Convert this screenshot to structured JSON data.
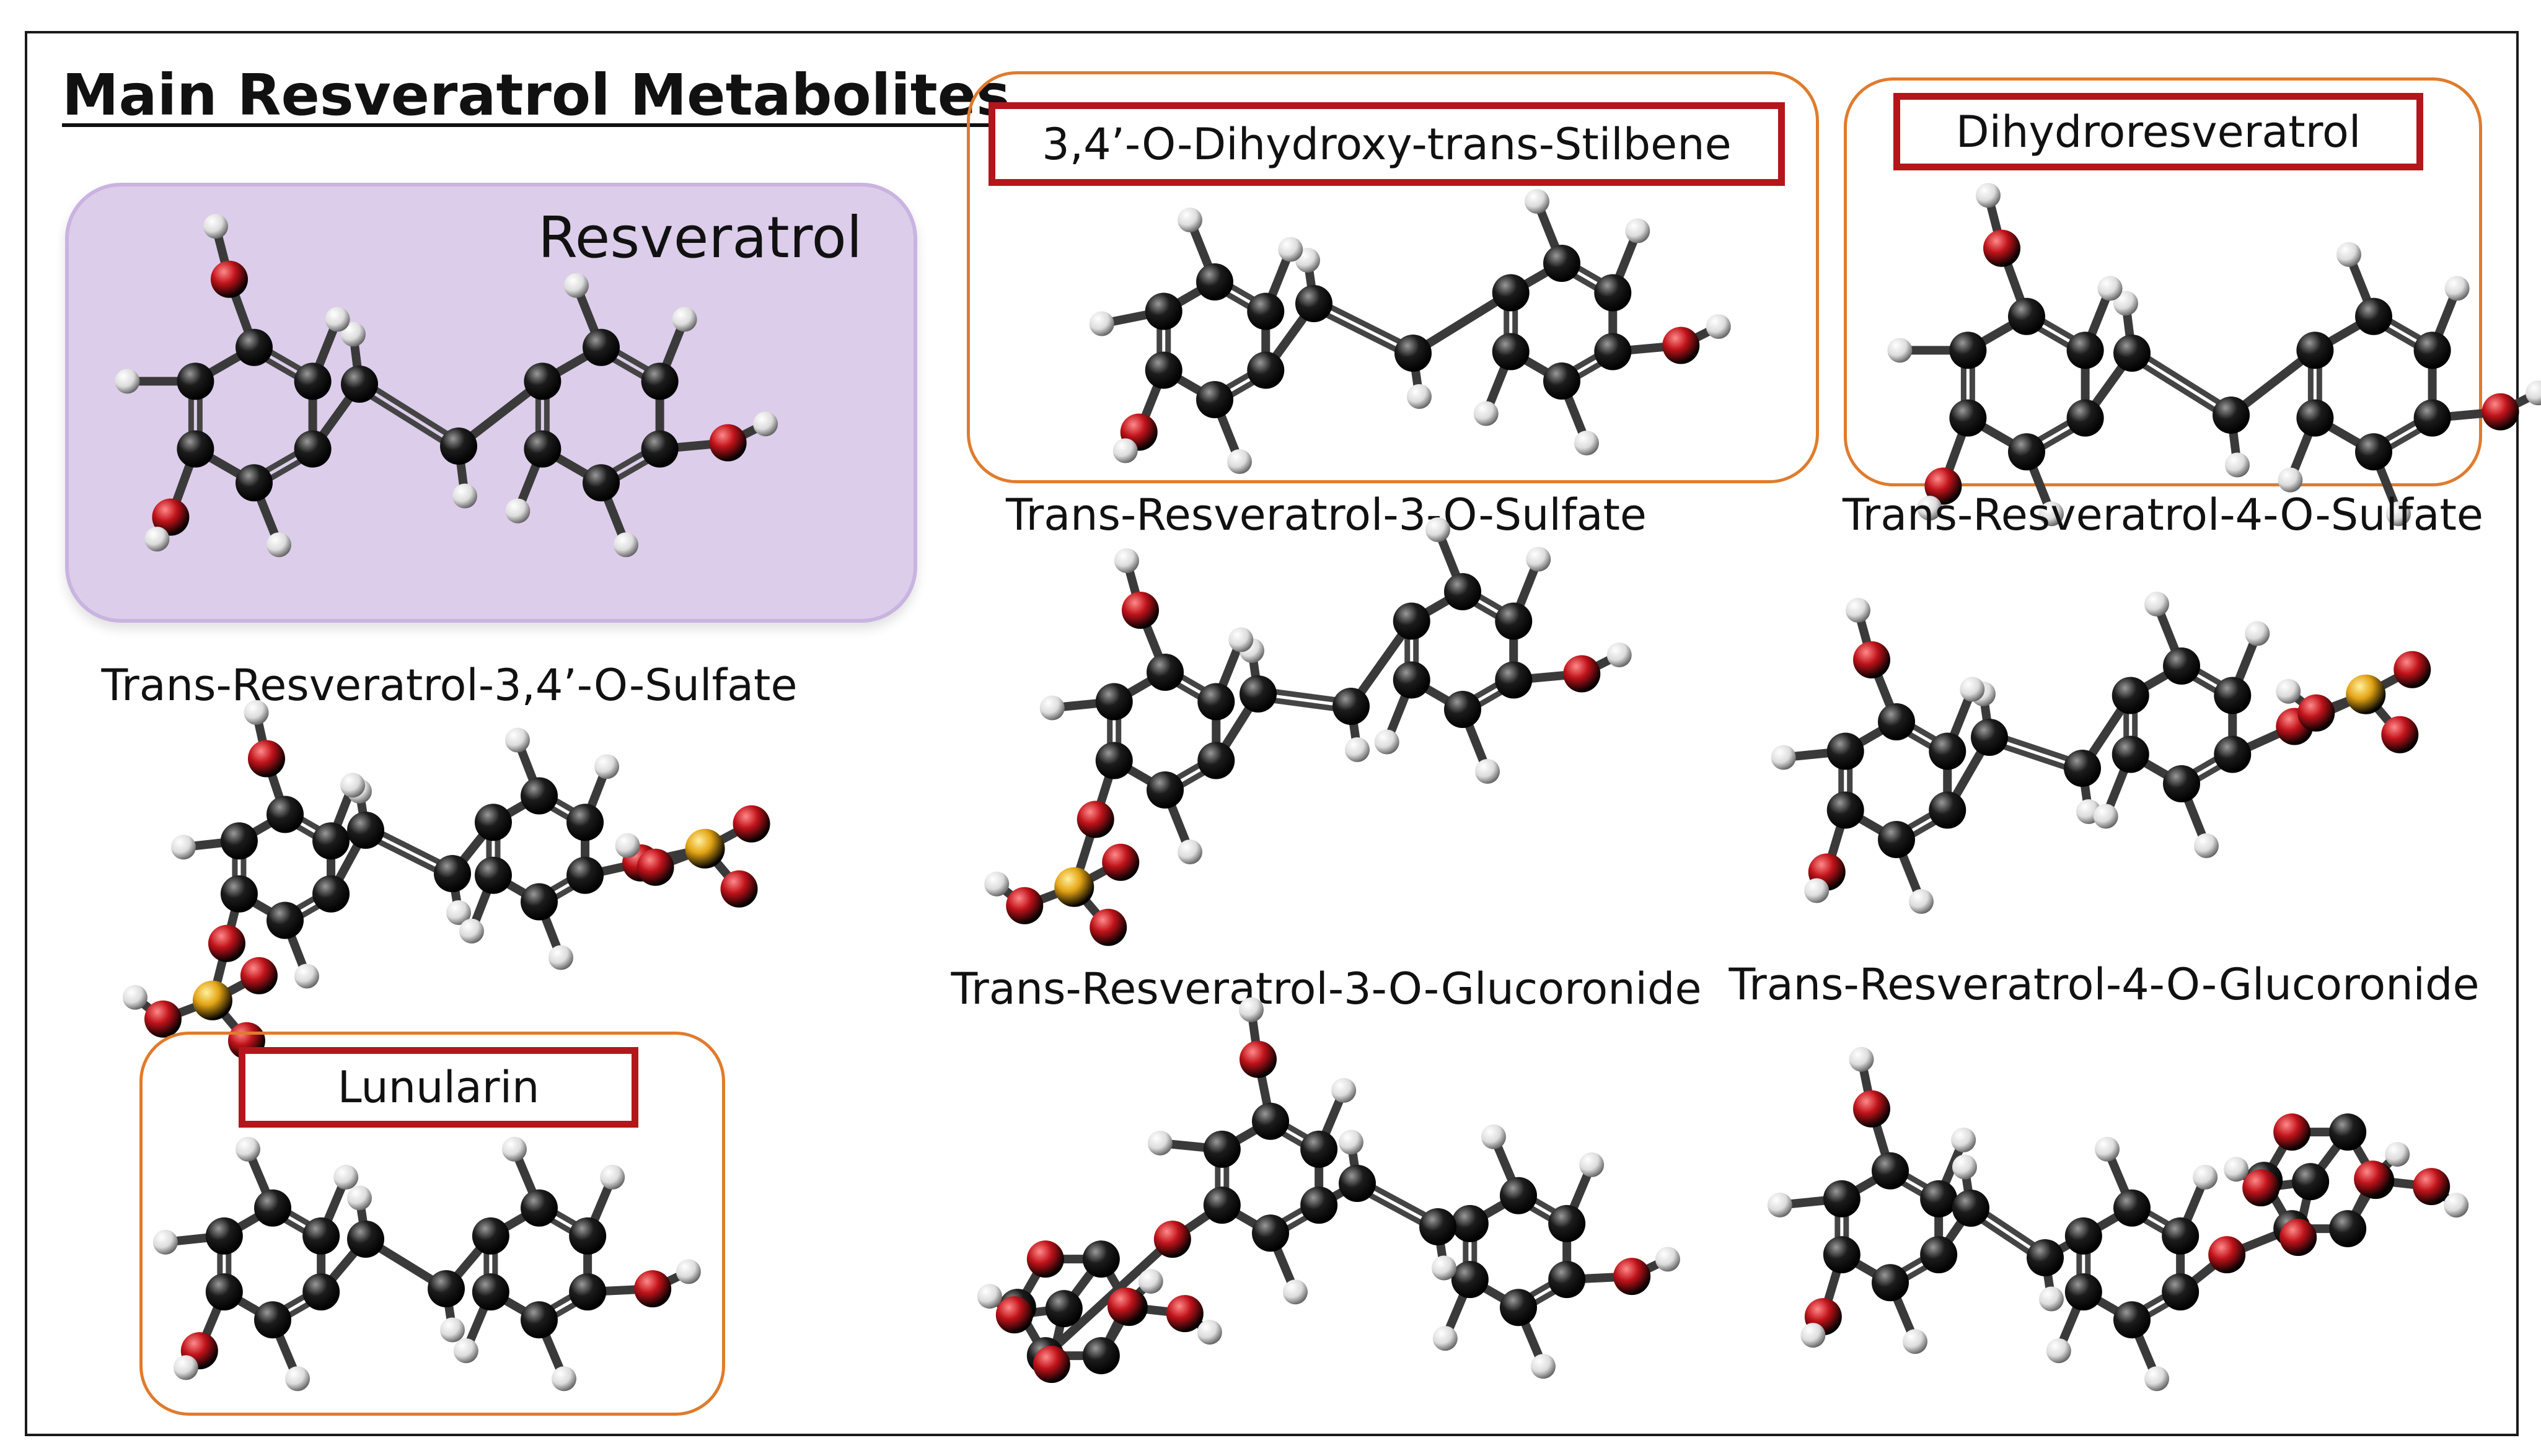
{
  "title": "Main Resveratrol Metabolites",
  "colors": {
    "carbon": "#1c1c1c",
    "hydrogen": "#dcdcdc",
    "oxygen": "#c0131a",
    "sulfur": "#e3a414",
    "frame_orange": "#e07b2c",
    "label_red": "#b4161b",
    "resveratrol_fill": "#dccdea"
  },
  "boxed_labels": {
    "resveratrol": "Resveratrol",
    "dihydroxy_stilbene": "3,4’-O-Dihydroxy-trans-Stilbene",
    "dihydroresveratrol": "Dihydroresveratrol",
    "lunularin": "Lunularin"
  },
  "compound_labels": {
    "sulfate_3": "Trans-Resveratrol-3-O-Sulfate",
    "sulfate_4": "Trans-Resveratrol-4-O-Sulfate",
    "sulfate_34": "Trans-Resveratrol-3,4’-O-Sulfate",
    "glucuronide_3": "Trans-Resveratrol-3-O-Glucoronide",
    "glucuronide_4": "Trans-Resveratrol-4-O-Glucoronide"
  }
}
